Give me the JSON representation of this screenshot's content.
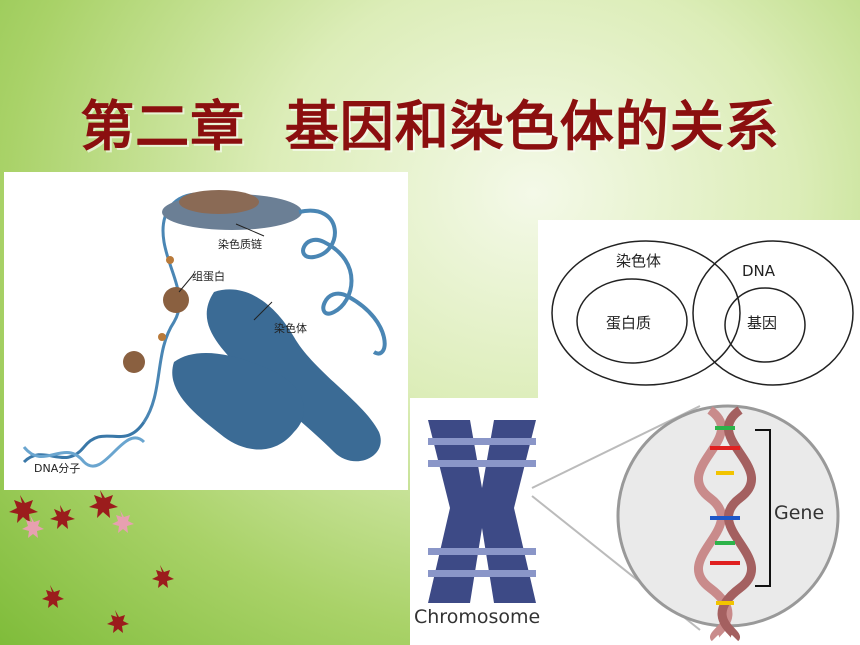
{
  "slide": {
    "title": "第二章  基因和染色体的关系"
  },
  "figure_dna_packing": {
    "labels": {
      "chromatin_fiber": "染色质链",
      "histone": "组蛋白",
      "chromosome": "染色体",
      "dna_molecule": "DNA分子"
    }
  },
  "venn": {
    "outer_left": "染色体",
    "inner_left": "蛋白质",
    "outer_right": "DNA",
    "inner_right": "基因"
  },
  "figure_gene": {
    "chromosome_label": "Chromosome",
    "gene_label": "Gene"
  },
  "colors": {
    "title": "#8b0f0f",
    "chromosome_blue": "#2f5f86",
    "leaf_red": "#9b1c1c"
  }
}
